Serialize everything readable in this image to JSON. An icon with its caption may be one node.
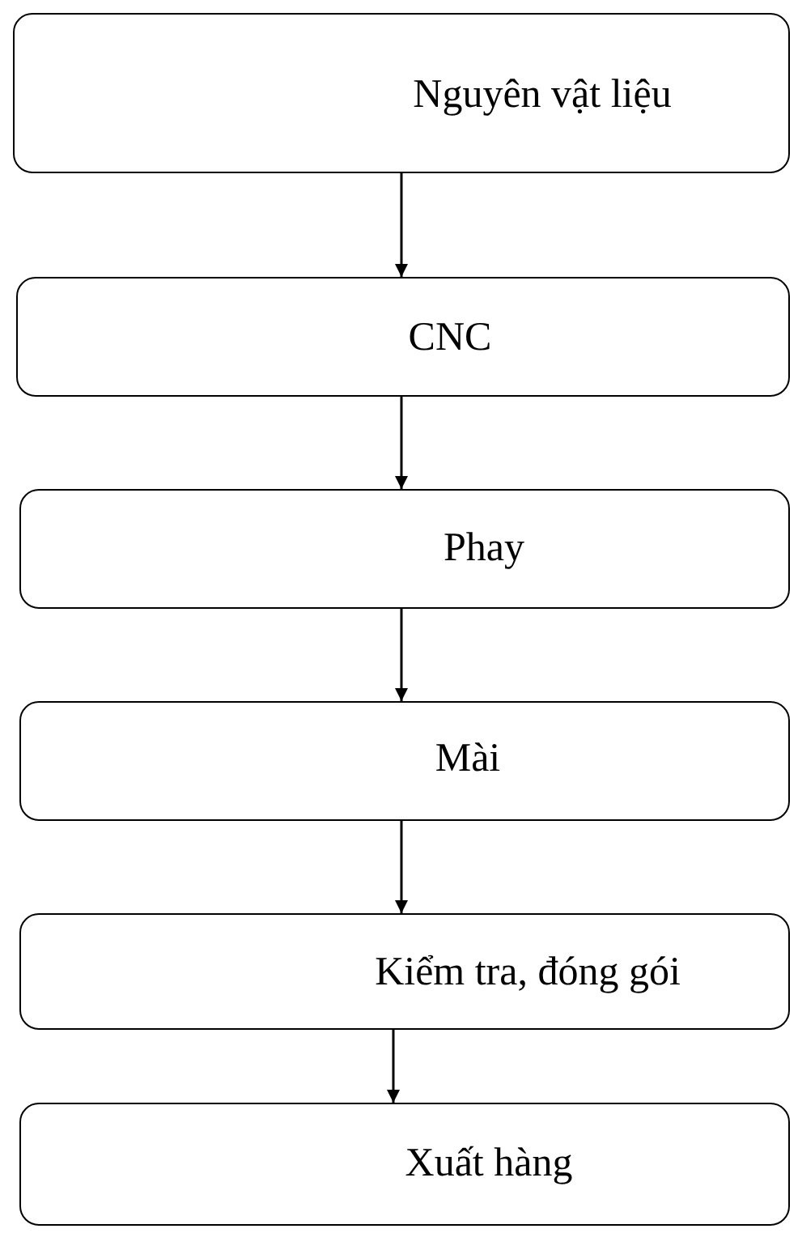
{
  "diagram": {
    "nodes": [
      {
        "text": [
          "Nguyên vật liệu"
        ]
      },
      {
        "text": [
          "CNC"
        ]
      },
      {
        "text": [
          "Phay"
        ]
      },
      {
        "text": [
          "Mài"
        ]
      },
      {
        "text": [
          "Kiểm tra, đóng gói"
        ]
      },
      {
        "text": [
          "Xuất hàng"
        ]
      }
    ],
    "edges": [
      {
        "from": 0,
        "to": 1,
        "arrow": "to"
      },
      {
        "from": 1,
        "to": 2,
        "arrow": "to"
      },
      {
        "from": 2,
        "to": 3,
        "arrow": "to"
      },
      {
        "from": 3,
        "to": 4,
        "arrow": "to"
      },
      {
        "from": 4,
        "to": 5,
        "arrow": "to"
      }
    ]
  }
}
